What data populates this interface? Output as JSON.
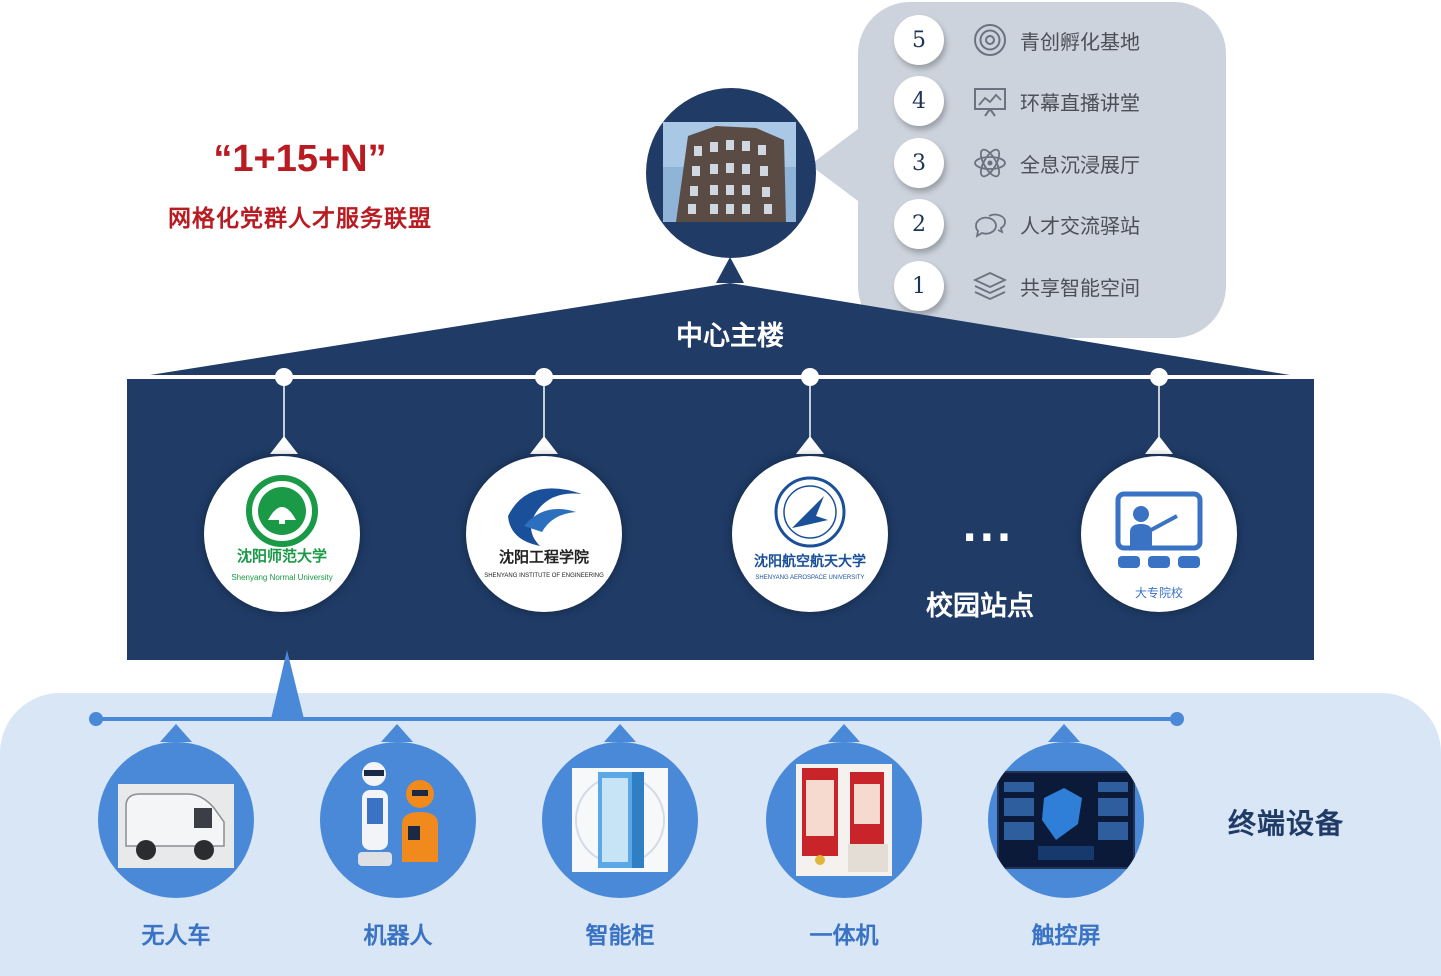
{
  "slogan": {
    "main": "“1+15+N”",
    "sub": "网格化党群人才服务联盟"
  },
  "center": {
    "label": "中心主楼"
  },
  "features": [
    {
      "num": "5",
      "label": "青创孵化基地",
      "icon": "target-icon"
    },
    {
      "num": "4",
      "label": "环幕直播讲堂",
      "icon": "presentation-screen-icon"
    },
    {
      "num": "3",
      "label": "全息沉浸展厅",
      "icon": "atom-icon"
    },
    {
      "num": "2",
      "label": "人才交流驿站",
      "icon": "chat-bubbles-icon"
    },
    {
      "num": "1",
      "label": "共享智能空间",
      "icon": "layers-icon"
    }
  ],
  "campus": {
    "label": "校园站点",
    "ellipsis": "...",
    "sites": [
      {
        "name": "沈阳师范大学",
        "sub": "Shenyang Normal University"
      },
      {
        "name": "沈阳工程学院",
        "sub": "SHENYANG INSTITUTE OF ENGINEERING"
      },
      {
        "name": "沈阳航空航天大学",
        "sub": "SHENYANG AEROSPACE UNIVERSITY"
      },
      {
        "name": "大专院校"
      }
    ]
  },
  "terminals": {
    "label": "终端设备",
    "items": [
      "无人车",
      "机器人",
      "智能柜",
      "一体机",
      "触控屏"
    ]
  },
  "colors": {
    "navy": "#1f3b66",
    "red": "#b81c22",
    "blue": "#4a88d8",
    "gray_panel": "#cdd3dc",
    "light_blue": "#d8e6f6"
  }
}
